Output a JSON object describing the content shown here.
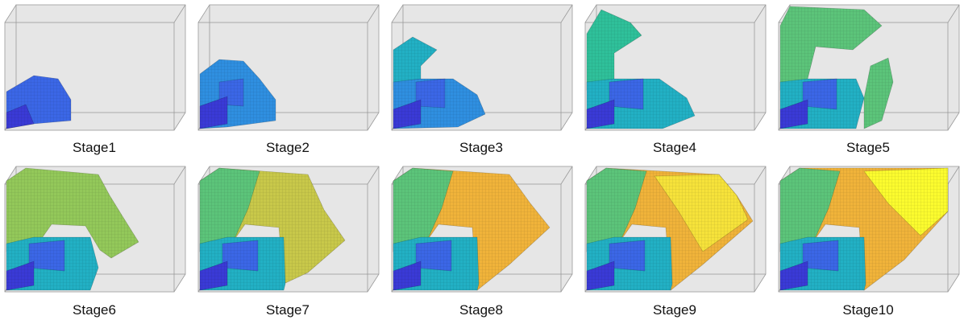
{
  "stages": [
    {
      "label": "Stage1"
    },
    {
      "label": "Stage2"
    },
    {
      "label": "Stage3"
    },
    {
      "label": "Stage4"
    },
    {
      "label": "Stage5"
    },
    {
      "label": "Stage6"
    },
    {
      "label": "Stage7"
    },
    {
      "label": "Stage8"
    },
    {
      "label": "Stage9"
    },
    {
      "label": "Stage10"
    }
  ],
  "colors": {
    "box_fill": "#e6e6e6",
    "box_edge": "#9a9a9a",
    "scale": [
      "#3a3ad6",
      "#3b67e6",
      "#2f8fe0",
      "#22b0c4",
      "#2fc09a",
      "#5cc47a",
      "#93c85a",
      "#c8c84a",
      "#f0b33a",
      "#f6e23a",
      "#fbfb2e"
    ]
  }
}
